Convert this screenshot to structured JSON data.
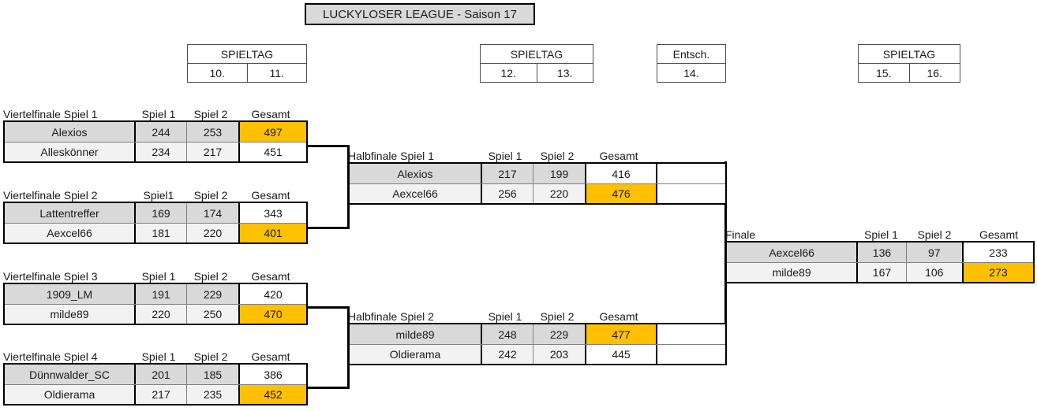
{
  "title": "LUCKYLOSER LEAGUE - Saison 17",
  "colors": {
    "winner_highlight": "#FFC000",
    "row_shade_1": "#D9D9D9",
    "row_shade_2": "#F2F2F2",
    "title_background": "#D9D9D9",
    "border": "#000000"
  },
  "matchdays": [
    {
      "label": "SPIELTAG",
      "days": [
        "10.",
        "11."
      ]
    },
    {
      "label": "SPIELTAG",
      "days": [
        "12.",
        "13."
      ]
    },
    {
      "label": "Entsch.",
      "days": [
        "14."
      ]
    },
    {
      "label": "SPIELTAG",
      "days": [
        "15.",
        "16."
      ]
    }
  ],
  "columns": {
    "game1": "Spiel 1",
    "game1_nospace": "Spiel1",
    "game2": "Spiel 2",
    "total": "Gesamt"
  },
  "quarterfinals": [
    {
      "caption": "Viertelfinale Spiel 1",
      "col_game1": "Spiel 1",
      "col_game2": "Spiel 2",
      "col_total": "Gesamt",
      "rows": [
        {
          "name": "Alexios",
          "game1": "244",
          "game2": "253",
          "total": "497",
          "winner": true
        },
        {
          "name": "Alleskönner",
          "game1": "234",
          "game2": "217",
          "total": "451",
          "winner": false
        }
      ]
    },
    {
      "caption": "Viertelfinale Spiel 2",
      "col_game1": "Spiel1",
      "col_game2": "Spiel 2",
      "col_total": "Gesamt",
      "rows": [
        {
          "name": "Lattentreffer",
          "game1": "169",
          "game2": "174",
          "total": "343",
          "winner": false
        },
        {
          "name": "Aexcel66",
          "game1": "181",
          "game2": "220",
          "total": "401",
          "winner": true
        }
      ]
    },
    {
      "caption": "Viertelfinale Spiel 3",
      "col_game1": "Spiel 1",
      "col_game2": "Spiel 2",
      "col_total": "Gesamt",
      "rows": [
        {
          "name": "1909_LM",
          "game1": "191",
          "game2": "229",
          "total": "420",
          "winner": false
        },
        {
          "name": "milde89",
          "game1": "220",
          "game2": "250",
          "total": "470",
          "winner": true
        }
      ]
    },
    {
      "caption": "Viertelfinale Spiel 4",
      "col_game1": "Spiel 1",
      "col_game2": "Spiel 2",
      "col_total": "Gesamt",
      "rows": [
        {
          "name": "Dünnwalder_SC",
          "game1": "201",
          "game2": "185",
          "total": "386",
          "winner": false
        },
        {
          "name": "Oldierama",
          "game1": "217",
          "game2": "235",
          "total": "452",
          "winner": true
        }
      ]
    }
  ],
  "semifinals": [
    {
      "caption": "Halbfinale Spiel 1",
      "col_game1": "Spiel 1",
      "col_game2": "Spiel 2",
      "col_total": "Gesamt",
      "rows": [
        {
          "name": "Alexios",
          "game1": "217",
          "game2": "199",
          "total": "416",
          "winner": false
        },
        {
          "name": "Aexcel66",
          "game1": "256",
          "game2": "220",
          "total": "476",
          "winner": true
        }
      ]
    },
    {
      "caption": "Halbfinale Spiel 2",
      "col_game1": "Spiel 1",
      "col_game2": "Spiel 2",
      "col_total": "Gesamt",
      "rows": [
        {
          "name": "milde89",
          "game1": "248",
          "game2": "229",
          "total": "477",
          "winner": true
        },
        {
          "name": "Oldierama",
          "game1": "242",
          "game2": "203",
          "total": "445",
          "winner": false
        }
      ]
    }
  ],
  "final": {
    "caption": "Finale",
    "col_game1": "Spiel 1",
    "col_game2": "Spiel 2",
    "col_total": "Gesamt",
    "rows": [
      {
        "name": "Aexcel66",
        "game1": "136",
        "game2": "97",
        "total": "233",
        "winner": false
      },
      {
        "name": "milde89",
        "game1": "167",
        "game2": "106",
        "total": "273",
        "winner": true
      }
    ]
  }
}
